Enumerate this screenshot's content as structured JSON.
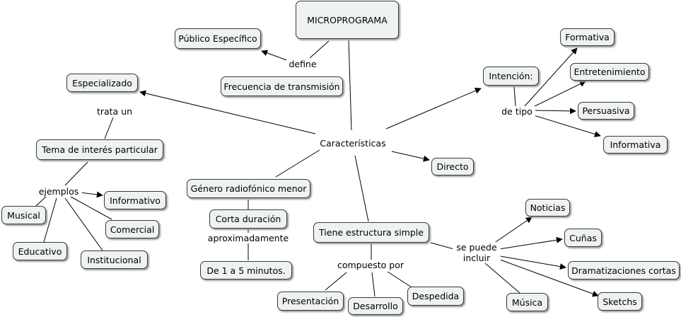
{
  "nodes": {
    "microprograma": "MICROPROGRAMA",
    "publico": "Público Específico",
    "frecuencia": "Frecuencia de transmisión",
    "especializado": "Especializado",
    "tema": "Tema de interés particular",
    "informativo": "Informativo",
    "musical": "Musical",
    "comercial": "Comercial",
    "educativo": "Educativo",
    "institucional": "Institucional",
    "genero": "Género radiofónico menor",
    "corta": "Corta duración",
    "minutos": "De 1 a 5 minutos.",
    "directo": "Directo",
    "intencion": "Intención:",
    "formativa": "Formativa",
    "entretenimiento": "Entretenimiento",
    "persuasiva": "Persuasiva",
    "informativa": "Informativa",
    "estructura": "Tiene estructura simple",
    "presentacion": "Presentación",
    "desarrollo": "Desarrollo",
    "despedida": "Despedida",
    "noticias": "Noticias",
    "cunas": "Cuñas",
    "dramatizaciones": "Dramatizaciones cortas",
    "musica": "Música",
    "sketchs": "Sketchs"
  },
  "labels": {
    "caracteristicas": "Características",
    "define": "define",
    "trata_un": "trata un",
    "ejemplos": "ejemplos",
    "aproximadamente": "aproximadamente",
    "de_tipo": "de tipo",
    "compuesto_por": "compuesto por",
    "se_puede_incluir_1": "se puede",
    "se_puede_incluir_2": "incluir"
  }
}
